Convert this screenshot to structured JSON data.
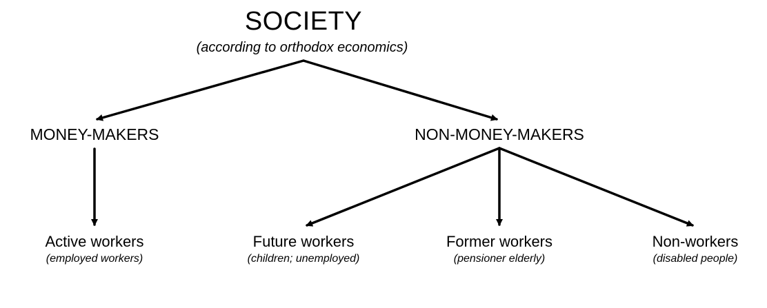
{
  "root": {
    "title": "SOCIETY",
    "subtitle": "(according to orthodox economics)"
  },
  "level1": [
    {
      "label": "MONEY-MAKERS"
    },
    {
      "label": "NON-MONEY-MAKERS"
    }
  ],
  "level2": [
    {
      "label": "Active workers",
      "sublabel": "(employed workers)",
      "parent": "MONEY-MAKERS"
    },
    {
      "label": "Future workers",
      "sublabel": "(children; unemployed)",
      "parent": "NON-MONEY-MAKERS"
    },
    {
      "label": "Former workers",
      "sublabel": "(pensioner elderly)",
      "parent": "NON-MONEY-MAKERS"
    },
    {
      "label": "Non-workers",
      "sublabel": "(disabled people)",
      "parent": "NON-MONEY-MAKERS"
    }
  ],
  "colors": {
    "line": "#000000",
    "background": "#ffffff",
    "text": "#000000"
  }
}
